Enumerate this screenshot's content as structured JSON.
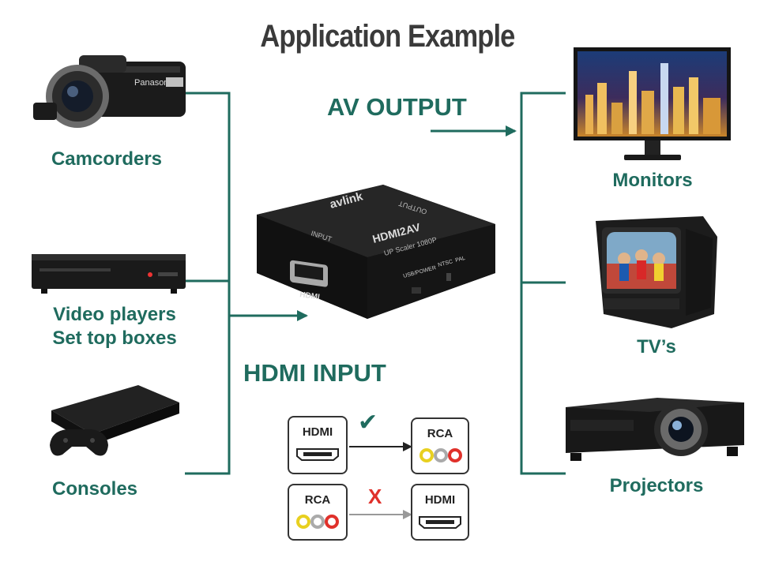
{
  "title": "Application Example",
  "colors": {
    "accent": "#1f6b5e",
    "title": "#3a3a3a",
    "check": "#1f6b5e",
    "cross": "#e0312b"
  },
  "sources": [
    {
      "label": "Camcorders",
      "icon": "camcorder-image"
    },
    {
      "label_lines": [
        "Video players",
        "Set top boxes"
      ],
      "icon": "video-player-image"
    },
    {
      "label": "Consoles",
      "icon": "game-console-image"
    }
  ],
  "outputs": [
    {
      "label": "Monitors",
      "icon": "monitor-image"
    },
    {
      "label": "TV’s",
      "icon": "crt-tv-image"
    },
    {
      "label": "Projectors",
      "icon": "projector-image"
    }
  ],
  "av_output_label": "AV OUTPUT",
  "hdmi_input_label": "HDMI INPUT",
  "device": {
    "brand": "avlink",
    "model": "HDMI2AV",
    "subtitle": "UP Scaler 1080P",
    "port_input": "INPUT",
    "port_output": "OUTPUT",
    "port_hdmi": "HDMI",
    "usb_label": "USB/POWER",
    "switch_ntsc": "NTSC",
    "switch_pal": "PAL"
  },
  "conversions": [
    {
      "from": "HDMI",
      "to": "RCA",
      "supported": true,
      "mark": "✔"
    },
    {
      "from": "RCA",
      "to": "HDMI",
      "supported": false,
      "mark": "X"
    }
  ]
}
